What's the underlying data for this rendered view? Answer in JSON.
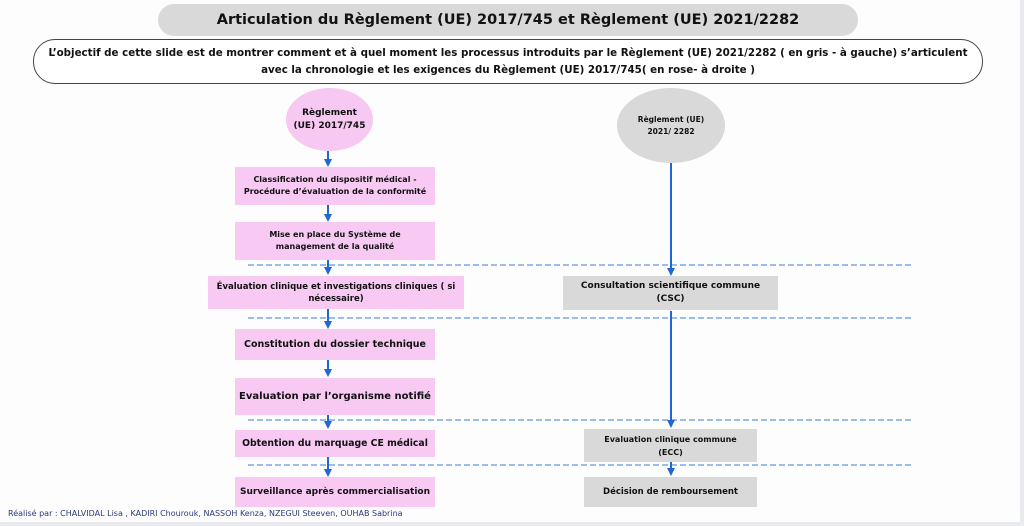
{
  "title": "Articulation du  Règlement (UE)  2017/745 et Règlement (UE) 2021/2282",
  "objective": "L’objectif de cette slide est de montrer comment et à quel moment les processus introduits par le Règlement (UE) 2021/2282 ( en gris - à gauche) s’articulent avec la chronologie et les exigences du Règlement (UE) 2017/745( en rose- à droite )",
  "left_column": {
    "header_line1": "Règlement",
    "header_line2": "(UE) 2017/745",
    "color": "#f7c9f3",
    "steps": [
      "Classification du dispositif médical - Procédure d’évaluation de la conformité",
      "Mise en place du Système de management de la qualité",
      "Évaluation clinique et investigations cliniques ( si nécessaire)",
      "Constitution du dossier technique",
      "Evaluation par l’organisme notifié",
      "Obtention du marquage CE médical",
      "Surveillance après commercialisation"
    ]
  },
  "right_column": {
    "header_line1": "Règlement (UE)",
    "header_line2": "2021/ 2282",
    "color": "#d9d9d9",
    "steps": [
      "Consultation scientifique commune (CSC)",
      "Evaluation clinique commune (ECC)",
      "Décision de remboursement"
    ]
  },
  "connector_color": "#1f66d6",
  "credits": "Réalisé par : CHALVIDAL Lisa , KADIRI Chourouk, NASSOH Kenza, NZEGUI Steeven, OUHAB Sabrina"
}
